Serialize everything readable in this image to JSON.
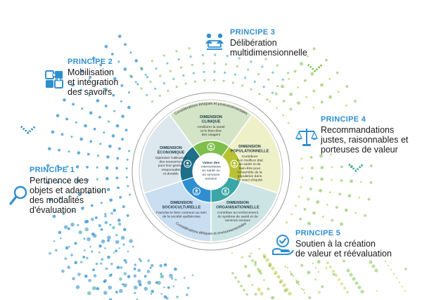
{
  "colors": {
    "blue": "#2e8fd0",
    "teal": "#3aa6a6",
    "green": "#7dbf4a",
    "olive": "#b9c234",
    "dark_text": "#1a1a1a"
  },
  "principles": {
    "p1": {
      "label": "PRINCIPE 1",
      "lines": [
        "Pertinence des",
        "objets et adaptation",
        "des modalités",
        "d'évaluation"
      ],
      "icon": "magnifier-icon"
    },
    "p2": {
      "label": "PRINCIPE 2",
      "lines": [
        "Mobilisation",
        "et intégration",
        "des savoirs"
      ],
      "icon": "puzzle-icon"
    },
    "p3": {
      "label": "PRINCIPE 3",
      "lines": [
        "Délibération",
        "multidimensionnelle"
      ],
      "icon": "meeting-icon"
    },
    "p4": {
      "label": "PRINCIPE 4",
      "lines": [
        "Recommandations",
        "justes, raisonnables et",
        "porteuses de valeur"
      ],
      "icon": "scales-icon"
    },
    "p5": {
      "label": "PRINCIPE 5",
      "lines": [
        "Soutien à la création",
        "de valeur et réévaluation"
      ],
      "icon": "hand-check-icon"
    }
  },
  "wheel": {
    "ring_text": "Considérations éthiques et environnementales",
    "center": [
      "Valeur des",
      "interventions",
      "en santé ou",
      "en services",
      "sociaux"
    ],
    "segments": {
      "clinique": {
        "title": [
          "DIMENSION",
          "CLINIQUE"
        ],
        "desc": [
          "Améliorer la santé",
          "et le bien-être",
          "des usagers"
        ],
        "color": "#d4e4c6"
      },
      "populationnelle": {
        "title": [
          "DIMENSION",
          "POPULATIONNELLE"
        ],
        "desc": [
          "Contribuer",
          "à un meilleur état",
          "de santé et de",
          "bien-être pour",
          "l'ensemble de la",
          "population dans",
          "un souci d'équité"
        ],
        "color": "#eef0c8"
      },
      "organisationnelle": {
        "title": [
          "DIMENSION",
          "ORGANISATIONNELLE"
        ],
        "desc": [
          "Contribue au renforcement",
          "du système de santé et de",
          "services sociaux"
        ],
        "color": "#cde4e4"
      },
      "socioculturelle": {
        "title": [
          "DIMENSION",
          "SOCIOCULTURELLE"
        ],
        "desc": [
          "Favorise le bien commun au sein",
          "de la société québécoise"
        ],
        "color": "#c9def1"
      },
      "economique": {
        "title": [
          "DIMENSION",
          "ÉCONOMIQUE"
        ],
        "desc": [
          "Optimiser l'utilisation",
          "des ressources",
          "pour leur gestion",
          "responsable",
          "et durable"
        ],
        "color": "#dde8ee"
      }
    }
  }
}
